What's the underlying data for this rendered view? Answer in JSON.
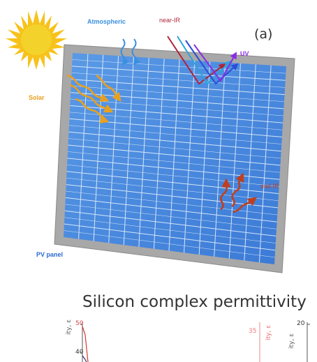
{
  "labels": {
    "atmospheric": "Atmospheric",
    "near_ir": "near-IR",
    "panel_letter": "(a)",
    "uv": "UV",
    "solar": "Solar",
    "mid_ir": "mid-IR",
    "pv_panel": "PV panel"
  },
  "subtitle": "Silicon complex permittivity",
  "partial_axes": {
    "left_ticks": [
      "50",
      "40"
    ],
    "left_label": "ity, ε",
    "mid_tick": "35",
    "mid_label": "ity, ε",
    "right_tick": "20",
    "right_label": "ity, ε"
  },
  "colors": {
    "atmospheric": "#3a8fe0",
    "near_ir": "#b0243a",
    "uv": "#8a2be2",
    "solar": "#e8a020",
    "mid_ir": "#c0401e",
    "pv_panel": "#2a6ad0",
    "panel_blue": "#4a8de0",
    "frame_gray": "#9a9a9a",
    "sun": "#f7c21a"
  },
  "icons": [
    "sun-icon",
    "solar-panel-icon"
  ]
}
